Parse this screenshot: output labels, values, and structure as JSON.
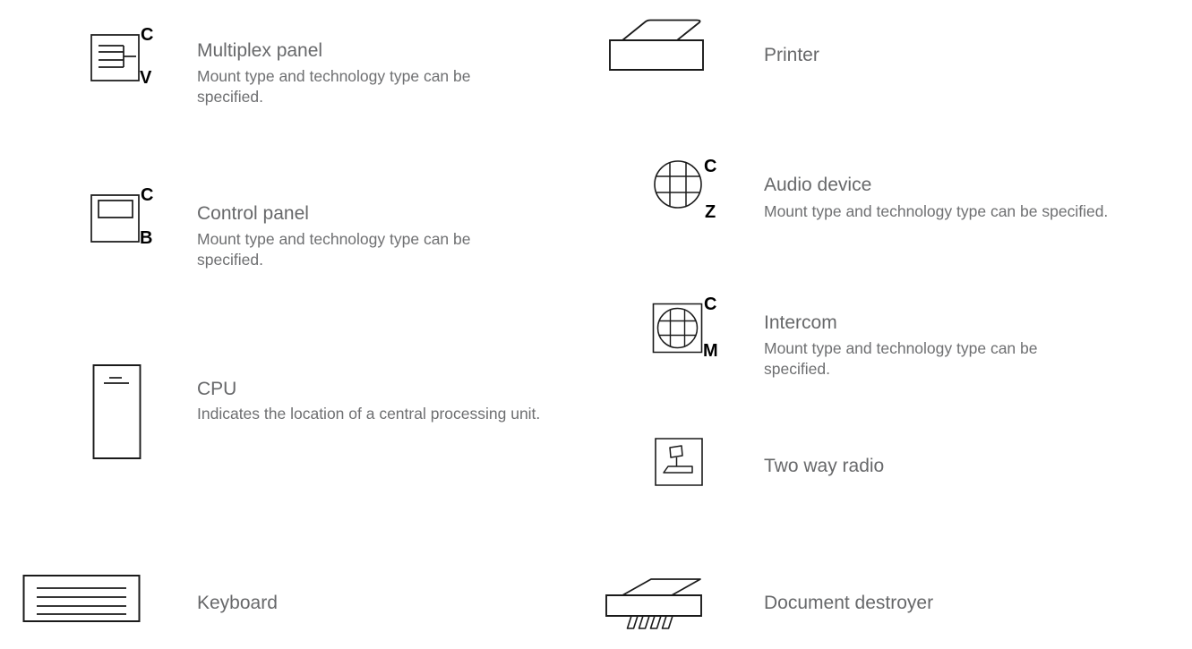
{
  "page": {
    "background": "#ffffff",
    "title_color": "#67686a",
    "description_color": "#6e6f71",
    "letter_color": "#000000",
    "line_color": "#1a1a1a"
  },
  "items": [
    {
      "id": "multiplex-panel",
      "title": "Multiplex panel",
      "description": "Mount type and technology type can be specified.",
      "letter_top": "C",
      "letter_bottom": "V"
    },
    {
      "id": "control-panel",
      "title": "Control panel",
      "description": "Mount type and technology type can be specified.",
      "letter_top": "C",
      "letter_bottom": "B"
    },
    {
      "id": "cpu",
      "title": "CPU",
      "description": "Indicates the location of a central processing unit.",
      "letter_top": "",
      "letter_bottom": ""
    },
    {
      "id": "keyboard",
      "title": "Keyboard",
      "description": "",
      "letter_top": "",
      "letter_bottom": ""
    },
    {
      "id": "printer",
      "title": "Printer",
      "description": "",
      "letter_top": "",
      "letter_bottom": ""
    },
    {
      "id": "audio-device",
      "title": "Audio device",
      "description": "Mount type and technology type can be specified.",
      "letter_top": "C",
      "letter_bottom": "Z"
    },
    {
      "id": "intercom",
      "title": "Intercom",
      "description": "Mount type and technology type can be specified.",
      "letter_top": "C",
      "letter_bottom": "M"
    },
    {
      "id": "two-way-radio",
      "title": "Two way radio",
      "description": "",
      "letter_top": "",
      "letter_bottom": ""
    },
    {
      "id": "document-destroyer",
      "title": "Document destroyer",
      "description": "",
      "letter_top": "",
      "letter_bottom": ""
    }
  ]
}
